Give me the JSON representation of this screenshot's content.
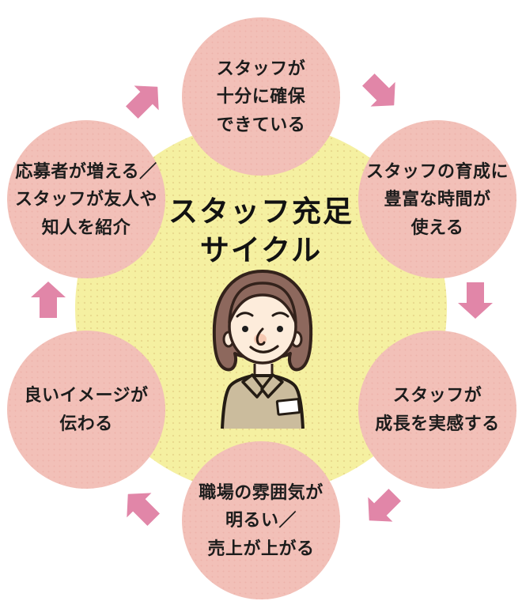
{
  "diagram": {
    "title_lines": [
      "スタッフ充足",
      "サイクル"
    ],
    "nodes": [
      {
        "id": "top",
        "label_lines": [
          "スタッフが",
          "十分に確保",
          "できている"
        ]
      },
      {
        "id": "upper-right",
        "label_lines": [
          "スタッフの育成に",
          "豊富な時間が",
          "使える"
        ]
      },
      {
        "id": "lower-right",
        "label_lines": [
          "スタッフが",
          "成長を実感する"
        ]
      },
      {
        "id": "bottom",
        "label_lines": [
          "職場の雰囲気が",
          "明るい／",
          "売上が上がる"
        ]
      },
      {
        "id": "lower-left",
        "label_lines": [
          "良いイメージが",
          "伝わる"
        ]
      },
      {
        "id": "upper-left",
        "label_lines": [
          "応募者が増える／",
          "スタッフが友人や",
          "知人を紹介"
        ]
      }
    ],
    "arrows": [
      {
        "from": "top",
        "to": "upper-right",
        "direction": "down-right"
      },
      {
        "from": "upper-right",
        "to": "lower-right",
        "direction": "down"
      },
      {
        "from": "lower-right",
        "to": "bottom",
        "direction": "down-left"
      },
      {
        "from": "bottom",
        "to": "lower-left",
        "direction": "up-left"
      },
      {
        "from": "lower-left",
        "to": "upper-left",
        "direction": "up"
      },
      {
        "from": "upper-left",
        "to": "top",
        "direction": "up-right"
      }
    ],
    "center_figure": "smiling female staff member with bob hair, collared shirt and name badge",
    "colors": {
      "node_fill": "#f2c0b8",
      "center_fill": "#f5f0a1",
      "center_dot": "#e9da8e",
      "arrow": "#e186a8",
      "text": "#1c1c1c"
    }
  }
}
